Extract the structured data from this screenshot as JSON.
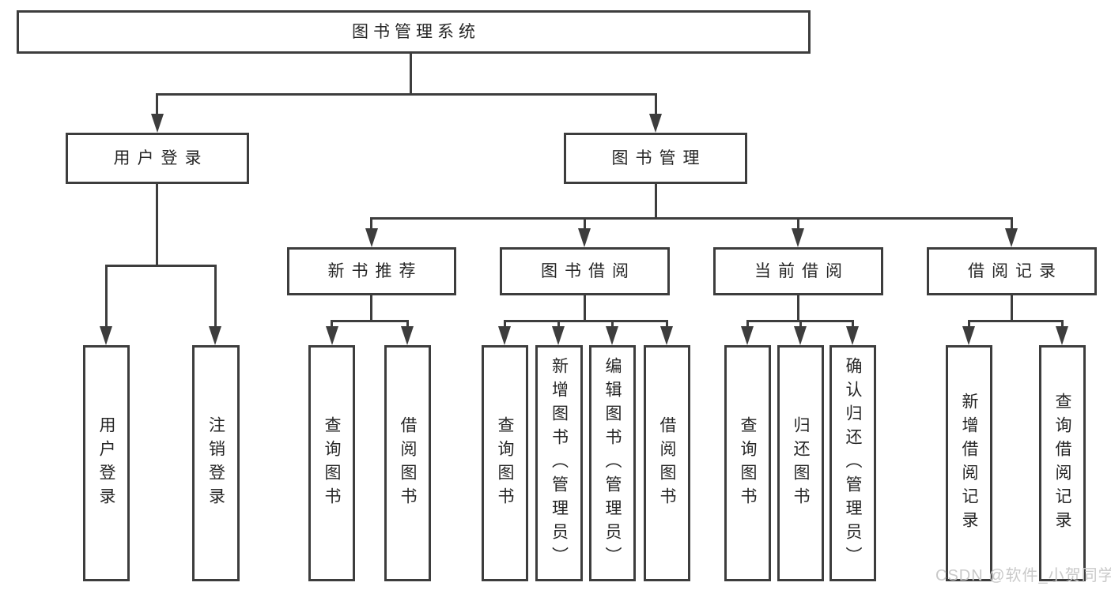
{
  "diagram": {
    "title": "图书管理系统",
    "watermark": "CSDN @软件_小贺同学",
    "colors": {
      "line": "#3d3d3d",
      "box_fill": "#ffffff",
      "text": "#262626",
      "watermark": "#c9c9c9",
      "background": "#ffffff"
    },
    "level2": [
      {
        "label": "用户登录"
      },
      {
        "label": "图书管理"
      }
    ],
    "level3": [
      {
        "label": "新书推荐",
        "parent": "图书管理"
      },
      {
        "label": "图书借阅",
        "parent": "图书管理"
      },
      {
        "label": "当前借阅",
        "parent": "图书管理"
      },
      {
        "label": "借阅记录",
        "parent": "图书管理"
      }
    ],
    "leaves": [
      {
        "label": "用户登录",
        "parent": "用户登录"
      },
      {
        "label": "注销登录",
        "parent": "用户登录"
      },
      {
        "label": "查询图书",
        "parent": "新书推荐"
      },
      {
        "label": "借阅图书",
        "parent": "新书推荐"
      },
      {
        "label": "查询图书",
        "parent": "图书借阅"
      },
      {
        "label": "新增图书（管理员）",
        "parent": "图书借阅"
      },
      {
        "label": "编辑图书（管理员）",
        "parent": "图书借阅"
      },
      {
        "label": "借阅图书",
        "parent": "图书借阅"
      },
      {
        "label": "查询图书",
        "parent": "当前借阅"
      },
      {
        "label": "归还图书",
        "parent": "当前借阅"
      },
      {
        "label": "确认归还（管理员）",
        "parent": "当前借阅"
      },
      {
        "label": "新增借阅记录",
        "parent": "借阅记录"
      },
      {
        "label": "查询借阅记录",
        "parent": "借阅记录"
      }
    ]
  }
}
